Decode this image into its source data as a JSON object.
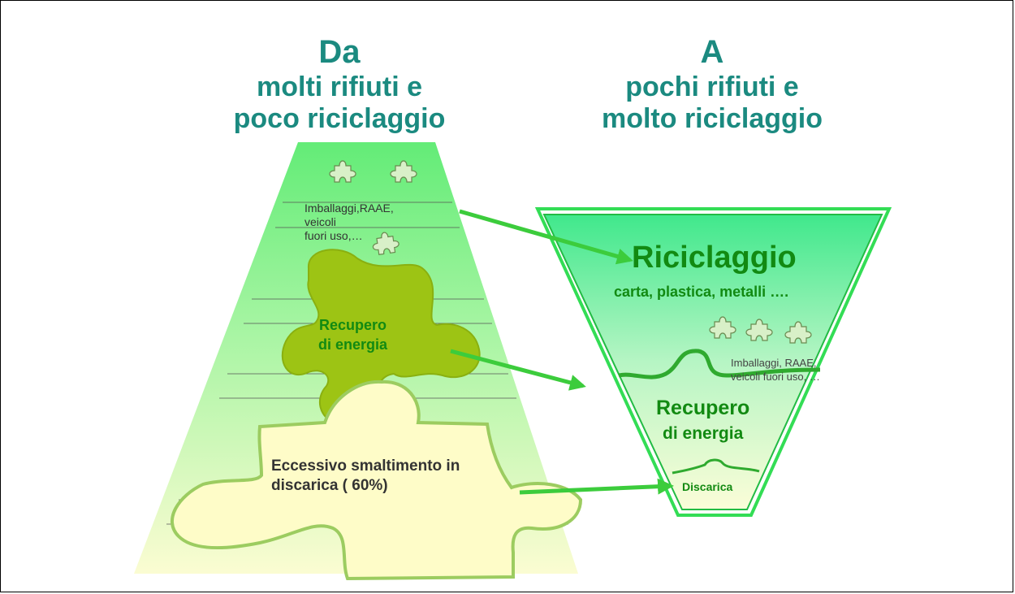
{
  "left_title": {
    "line1": "Da",
    "line2": "molti rifiuti e",
    "line3": "poco riciclaggio"
  },
  "right_title": {
    "line1": "A",
    "line2": "pochi rifiuti e",
    "line3": "molto riciclaggio"
  },
  "left": {
    "packaging_text": [
      "Imballaggi,RAAE,",
      "veicoli",
      "fuori uso,…"
    ],
    "energy_text": [
      "Recupero",
      "di energia"
    ],
    "landfill_text": [
      "Eccessivo smaltimento in",
      "discarica  ( 60%)"
    ]
  },
  "right": {
    "recycling_title": "Riciclaggio",
    "recycling_sub": "carta, plastica, metalli ….",
    "packaging_text": [
      "Imballaggi, RAAE,",
      "veicoli fuori uso, …"
    ],
    "energy_text": [
      "Recupero",
      "di energia"
    ],
    "landfill_text": "Discarica"
  },
  "colors": {
    "title": "#1b8a80",
    "green_dark": "#128a12",
    "arrow": "#3ccc3c",
    "puzzle_olive": "#9dc414",
    "puzzle_cream": "#fefcc8"
  }
}
